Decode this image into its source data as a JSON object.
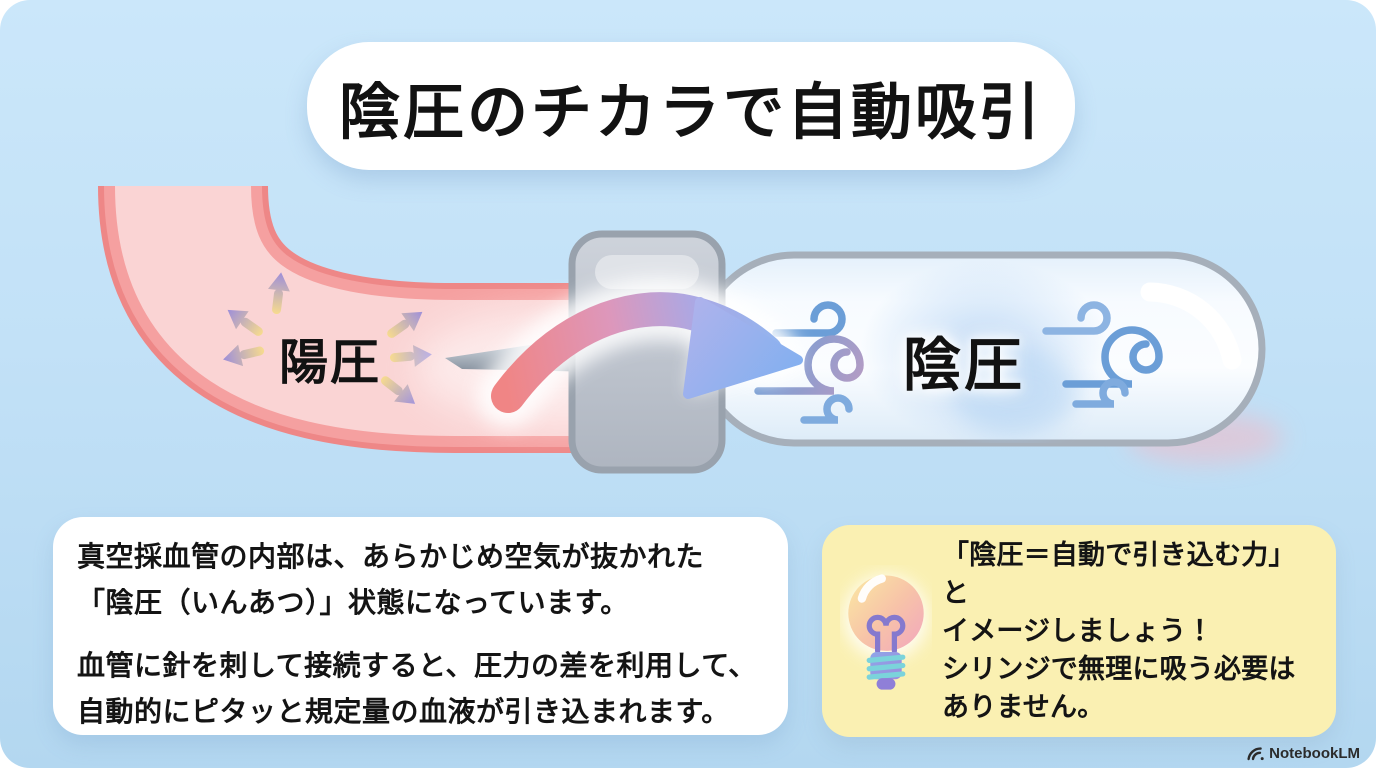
{
  "title": {
    "text": "陰圧のチカラで自動吸引"
  },
  "diagram": {
    "vessel_label": "陽圧",
    "tube_label": "陰圧",
    "colors": {
      "background_top": "#CBE7FA",
      "background_bottom": "#B3D7F0",
      "vessel_border": "#EE8787",
      "vessel_fill": "#FAD4D4",
      "holder_gray": "#BFC5CE",
      "tube_border": "#A6AFBA",
      "swirl_blue": "#679BD5",
      "flow_arrow_start": "#F08585",
      "flow_arrow_end": "#8FB6F0",
      "tip_card_bg": "#FAF0B2"
    },
    "icons": [
      "pressure-out-arrows-icon",
      "needle-icon",
      "tube-holder-icon",
      "vacuum-tube-icon",
      "wind-swirl-icon",
      "flow-arrow-icon",
      "lightbulb-icon"
    ]
  },
  "info_card": {
    "lines": [
      "真空採血管の内部は、あらかじめ空気が抜かれた",
      "「陰圧（いんあつ）」状態になっています。",
      "血管に針を刺して接続すると、圧力の差を利用して、",
      "自動的にピタッと規定量の血液が引き込まれます。"
    ]
  },
  "tip_card": {
    "icon": "lightbulb-icon",
    "lines": [
      "「陰圧＝自動で引き込む力」と",
      "イメージしましょう！",
      "シリンジで無理に吸う必要は",
      "ありません。"
    ]
  },
  "watermark": {
    "icon": "notebooklm-logo-icon",
    "text": "NotebookLM"
  }
}
